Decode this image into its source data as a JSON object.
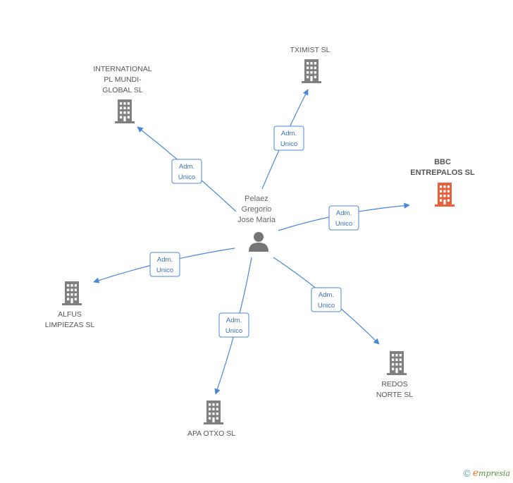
{
  "center": {
    "name_lines": [
      "Pelaez",
      "Gregorio",
      "Jose Maria"
    ],
    "icon": "person-icon"
  },
  "relation_lines": [
    "Adm.",
    "Unico"
  ],
  "companies": [
    {
      "id": "tximist",
      "name_lines": [
        "TXIMIST SL"
      ],
      "color": "#808080",
      "icon": "building-icon"
    },
    {
      "id": "international",
      "name_lines": [
        "INTERNATIONAL",
        "PL MUNDI-",
        "GLOBAL  SL"
      ],
      "color": "#808080",
      "icon": "building-icon"
    },
    {
      "id": "bbc",
      "name_lines": [
        "BBC",
        "ENTREPALOS SL"
      ],
      "color": "#e8603c",
      "icon": "building-icon",
      "highlight": true
    },
    {
      "id": "alfus",
      "name_lines": [
        "ALFUS",
        "LIMPIEZAS SL"
      ],
      "color": "#808080",
      "icon": "building-icon"
    },
    {
      "id": "apa",
      "name_lines": [
        "APA OTXO SL"
      ],
      "color": "#808080",
      "icon": "building-icon"
    },
    {
      "id": "redos",
      "name_lines": [
        "REDOS",
        "NORTE SL"
      ],
      "color": "#808080",
      "icon": "building-icon"
    }
  ],
  "colors": {
    "edge": "#4a86d6",
    "building": "#808080",
    "highlight": "#e8603c",
    "person": "#757575"
  },
  "footer": {
    "copyright": "©",
    "brand_initial": "e",
    "brand_rest": "mpresia"
  }
}
